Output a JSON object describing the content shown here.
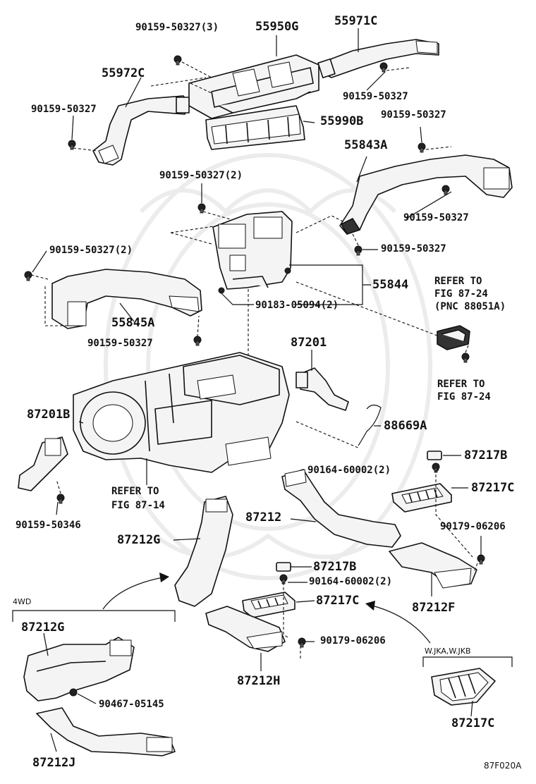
{
  "diagram": {
    "figure_code": "87F020A",
    "labels": {
      "p90159_50327_3": "90159-50327(3)",
      "p55950G": "55950G",
      "p55971C": "55971C",
      "p55972C": "55972C",
      "p90159_50327_a": "90159-50327",
      "p90159_50327_b": "90159-50327",
      "p55990B": "55990B",
      "p90159_50327_c": "90159-50327",
      "p55843A": "55843A",
      "p90159_50327_2a": "90159-50327(2)",
      "p90159_50327_d": "90159-50327",
      "p90159_50327_2b": "90159-50327(2)",
      "p90159_50327_e": "90159-50327",
      "p55844": "55844",
      "p90183_05094_2": "90183-05094(2)",
      "p55845A": "55845A",
      "p90159_50327_f": "90159-50327",
      "p87201_top": "87201",
      "p87201B": "87201B",
      "p88669A": "88669A",
      "p87217B_a": "87217B",
      "p90164_60002_2a": "90164-60002(2)",
      "p87217C_a": "87217C",
      "p87212": "87212",
      "p90179_06206_a": "90179-06206",
      "p87212G_a": "87212G",
      "p90159_50346": "90159-50346",
      "p87217B_b": "87217B",
      "p90164_60002_2b": "90164-60002(2)",
      "p87217C_b": "87217C",
      "p87212F": "87212F",
      "p90179_06206_b": "90179-06206",
      "p87212H": "87212H",
      "p87212G_b": "87212G",
      "p90467_05145": "90467-05145",
      "p87212J": "87212J",
      "p87217C_c": "87217C"
    },
    "refer_1": [
      "REFER TO",
      "FIG 87-24",
      "(PNC 88051A)"
    ],
    "refer_2": [
      "REFER TO",
      "FIG 87-24"
    ],
    "refer_3": [
      "REFER TO",
      "FIG 87-14"
    ],
    "group_4wd": "4WD",
    "group_wjka": "W.JKA,W.JKB"
  }
}
